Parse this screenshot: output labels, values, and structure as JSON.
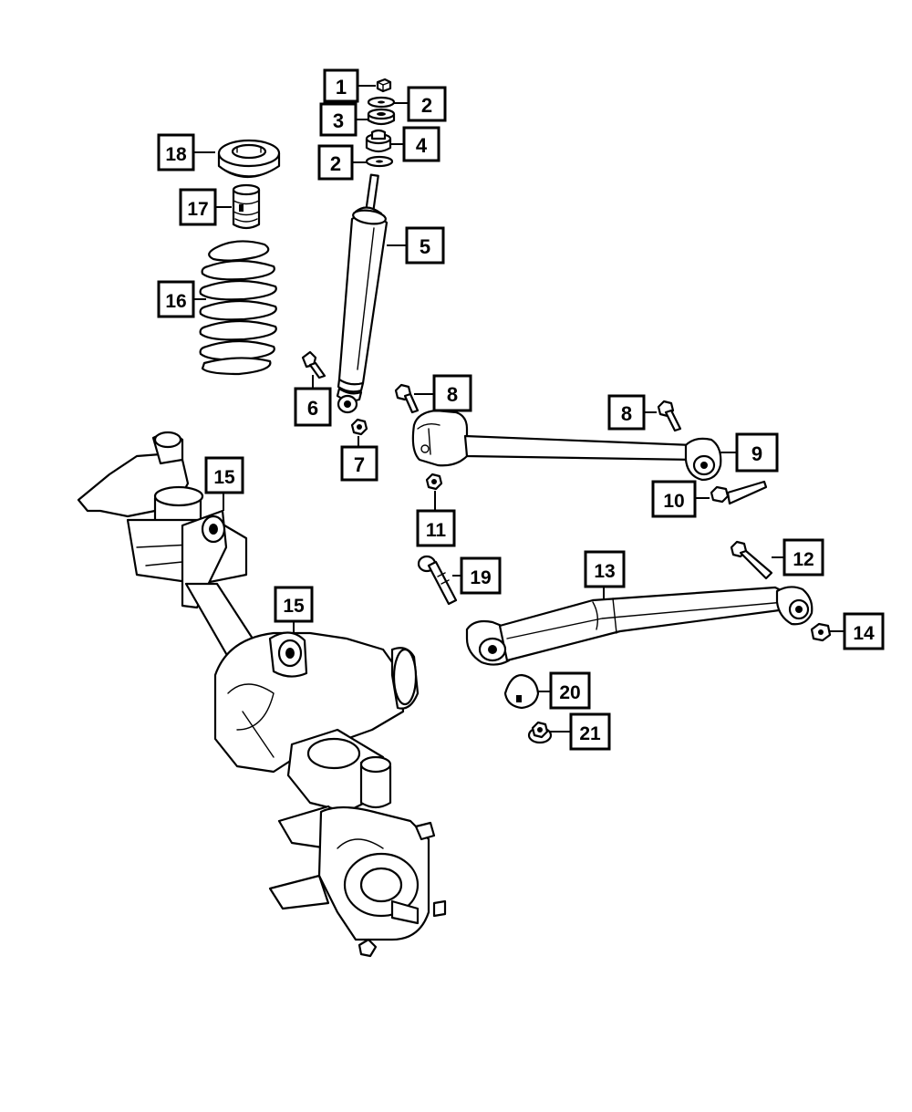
{
  "diagram": {
    "callouts": [
      {
        "id": "c1",
        "label": "1"
      },
      {
        "id": "c2a",
        "label": "2"
      },
      {
        "id": "c3",
        "label": "3"
      },
      {
        "id": "c4",
        "label": "4"
      },
      {
        "id": "c2b",
        "label": "2"
      },
      {
        "id": "c5",
        "label": "5"
      },
      {
        "id": "c18",
        "label": "18"
      },
      {
        "id": "c17",
        "label": "17"
      },
      {
        "id": "c16",
        "label": "16"
      },
      {
        "id": "c6",
        "label": "6"
      },
      {
        "id": "c7",
        "label": "7"
      },
      {
        "id": "c8a",
        "label": "8"
      },
      {
        "id": "c8b",
        "label": "8"
      },
      {
        "id": "c9",
        "label": "9"
      },
      {
        "id": "c10",
        "label": "10"
      },
      {
        "id": "c11",
        "label": "11"
      },
      {
        "id": "c19",
        "label": "19"
      },
      {
        "id": "c13",
        "label": "13"
      },
      {
        "id": "c12",
        "label": "12"
      },
      {
        "id": "c14",
        "label": "14"
      },
      {
        "id": "c15a",
        "label": "15"
      },
      {
        "id": "c15b",
        "label": "15"
      },
      {
        "id": "c20",
        "label": "20"
      },
      {
        "id": "c21",
        "label": "21"
      }
    ]
  }
}
